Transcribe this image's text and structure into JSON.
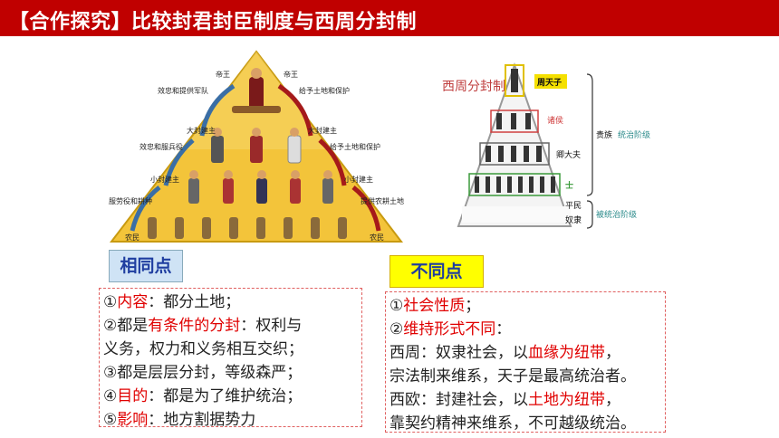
{
  "title": "【合作探究】比较封君封臣制度与西周分封制",
  "left_diagram": {
    "levels": [
      "帝王",
      "大封建主",
      "小封建主",
      "农民"
    ],
    "left_arrows": [
      "效忠和提供军队",
      "效忠和服兵役",
      "服劳役和耕种"
    ],
    "right_arrows": [
      "给予土地和保护",
      "给予土地和保护",
      "提供农耕土地"
    ],
    "left_level_labels": [
      "大封建主",
      "小封建主",
      "农民"
    ]
  },
  "right_diagram": {
    "title": "西周分封制",
    "tiers": [
      "周天子",
      "诸侯",
      "卿大夫",
      "士",
      "平民",
      "奴隶"
    ],
    "groups": [
      "贵族",
      "统治阶级",
      "被统治阶级"
    ]
  },
  "similar": {
    "label": "相同点",
    "items": [
      {
        "num": "①",
        "key": "内容",
        "rest": "：都分土地；"
      },
      {
        "num": "②",
        "pre": "都是",
        "key": "有条件的分封",
        "rest": "：权利与"
      },
      {
        "text": "义务，权力和义务相互交织；"
      },
      {
        "text": "③都是层层分封，等级森严；"
      },
      {
        "num": "④",
        "key": "目的",
        "rest": "：都是为了维护统治；"
      },
      {
        "num": "⑤",
        "key": "影响",
        "rest": "：地方割据势力"
      }
    ]
  },
  "diff": {
    "label": "不同点",
    "items": [
      {
        "num": "①",
        "key": "社会性质",
        "rest": "；"
      },
      {
        "num": "②",
        "key": "维持形式不同",
        "rest": "："
      },
      {
        "pre": "西周：奴隶社会，以",
        "key": "血缘为纽带",
        "rest": "，"
      },
      {
        "text": "宗法制来维系，天子是最高统治者。"
      },
      {
        "pre": "西欧：封建社会，以",
        "key": "土地为纽带",
        "rest": "，"
      },
      {
        "text": "靠契约精神来维系，不可越级统治。"
      }
    ]
  },
  "colors": {
    "title_bg": "#c00000",
    "highlight": "#e00000",
    "similar_bg": "#cfe3f5",
    "diff_bg": "#ffff00"
  }
}
